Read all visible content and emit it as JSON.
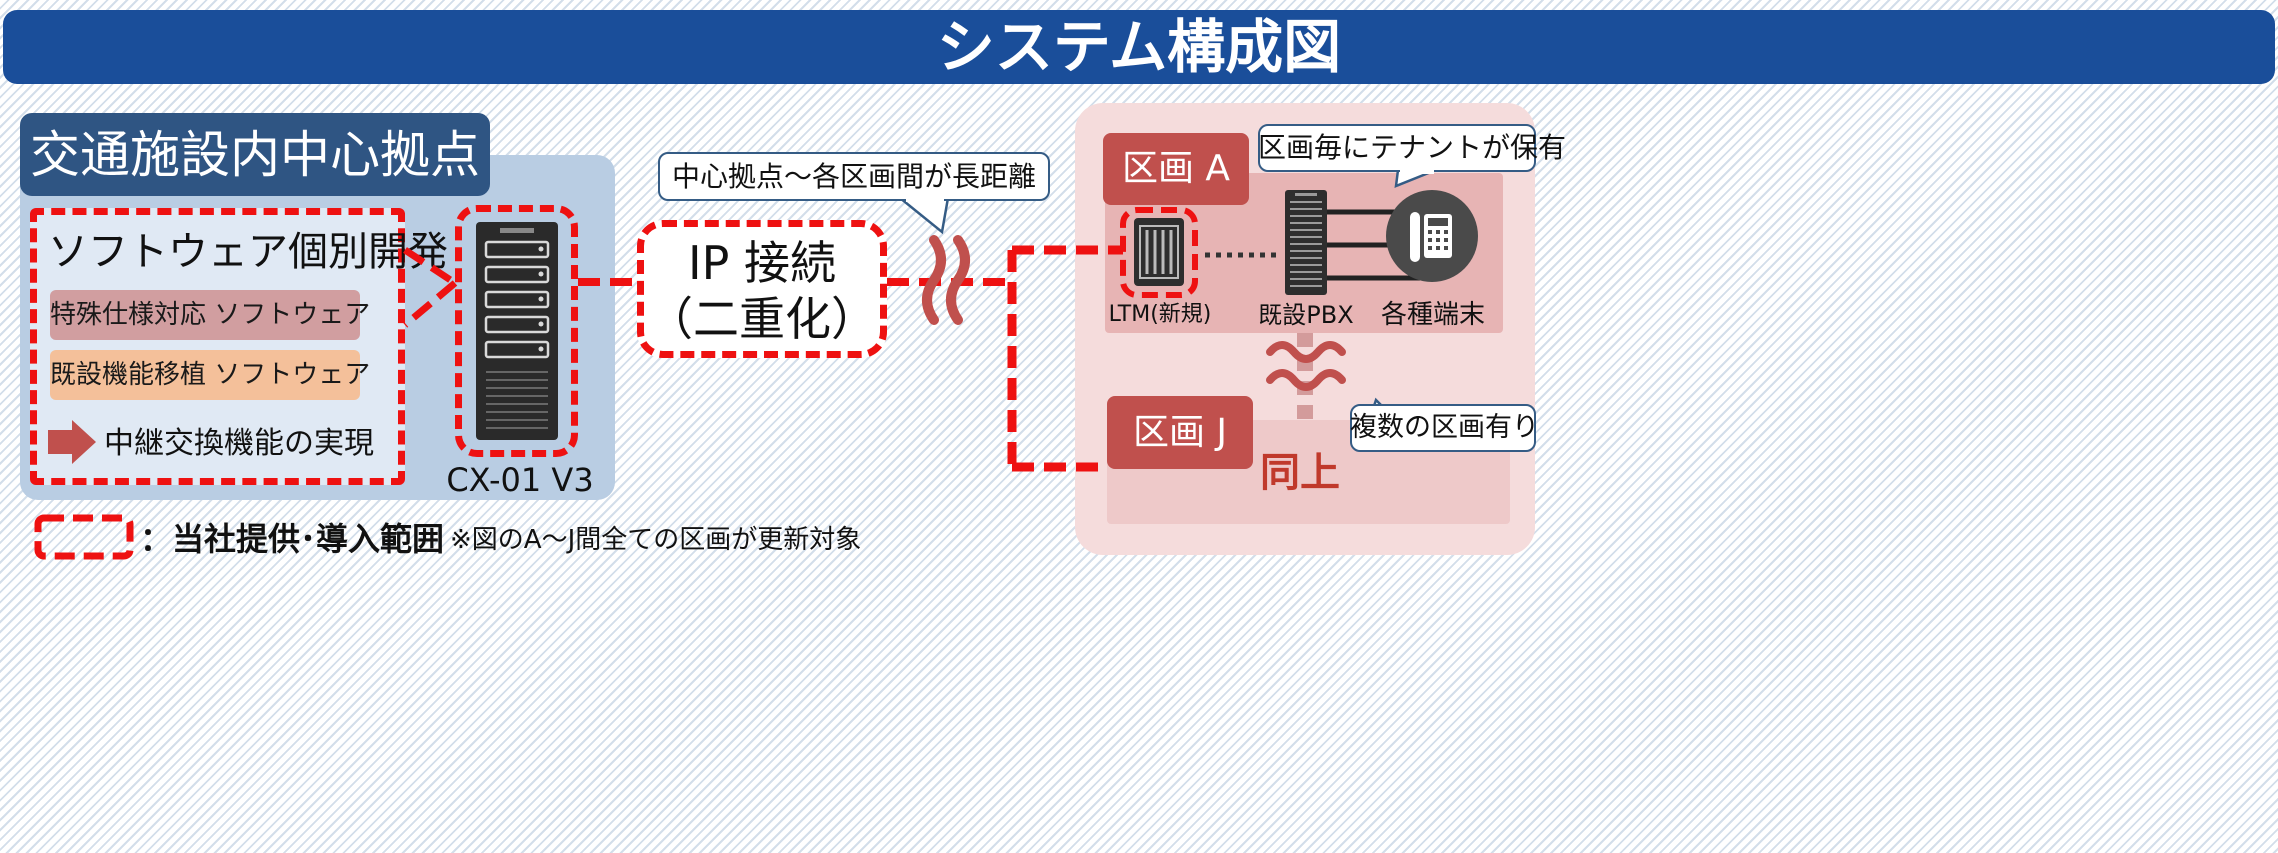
{
  "title": "システム構成図",
  "center": {
    "title": "交通施設内中心拠点",
    "software": {
      "heading": "ソフトウェア個別開発",
      "item1": "特殊仕様対応 ソフトウェア",
      "item2": "既設機能移植 ソフトウェア",
      "relay": "中継交換機能の実現"
    },
    "server_label": "CX-01 V3"
  },
  "connection": {
    "label_line1": "IP 接続",
    "label_line2": "（二重化）",
    "callout": "中心拠点～各区画間が長距離"
  },
  "section_a": {
    "title": "区画 A",
    "callout": "区画毎にテナントが保有",
    "ltm_label": "LTM(新規)",
    "pbx_label": "既設PBX",
    "terminals_label": "各種端末"
  },
  "section_j": {
    "title": "区画 J",
    "same": "同上",
    "callout": "複数の区画有り"
  },
  "legend": {
    "label": "：当社提供･導入範囲",
    "note": "※図のA～J間全ての区画が更新対象"
  },
  "colors": {
    "title_bar": "#1a4e9a",
    "center_title_bg": "#2f5583",
    "panel_blue": "#b9cde3",
    "dashed_red": "#ee1111",
    "section_title_bg": "#c0504d",
    "pink_outer": "#f5dcdc",
    "pink_inner": "#e7b4b4",
    "pink_j": "#eec9c9",
    "same_text": "#c0392b",
    "soft_item1_bg": "#d19ea0",
    "soft_item2_bg": "#f4c09a"
  }
}
